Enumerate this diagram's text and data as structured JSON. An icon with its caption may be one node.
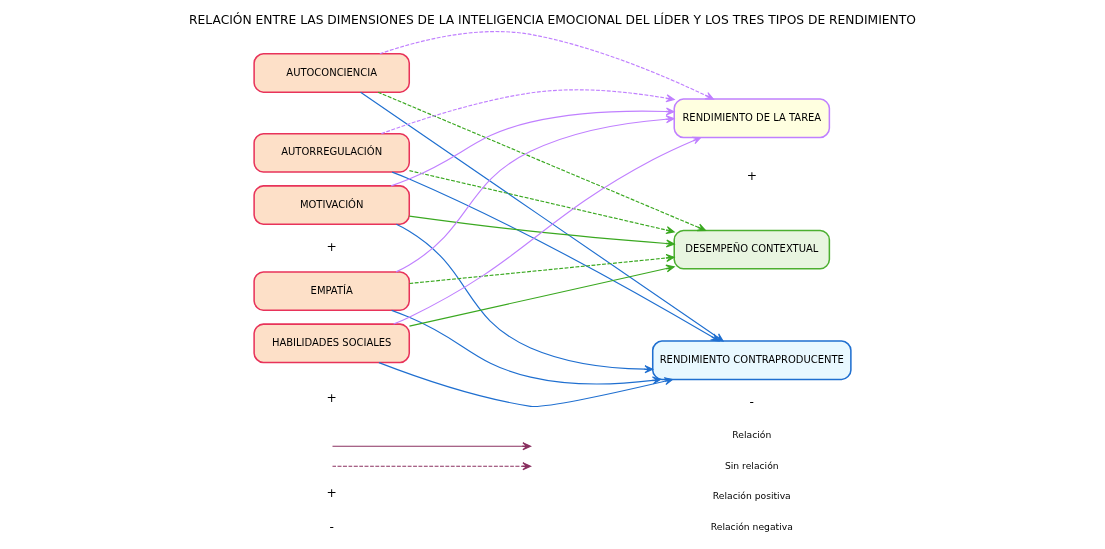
{
  "diagram": {
    "title": "RELACIÓN ENTRE LAS DIMENSIONES DE LA INTELIGENCIA EMOCIONAL DEL LÍDER Y LOS TRES TIPOS DE RENDIMIENTO",
    "nodes": [
      {
        "text": [
          "AUTOCONCIENCIA"
        ]
      },
      {
        "text": [
          "AUTORREGULACIÓN"
        ]
      },
      {
        "text": [
          "MOTIVACIÓN"
        ]
      },
      {
        "text": [
          "EMPATÍA"
        ]
      },
      {
        "text": [
          "HABILIDADES SOCIALES"
        ]
      },
      {
        "text": [
          "RENDIMIENTO DE LA TAREA"
        ]
      },
      {
        "text": [
          "DESEMPEÑO CONTEXTUAL"
        ]
      },
      {
        "text": [
          "RENDIMIENTO CONTRAPRODUCENTE"
        ]
      }
    ],
    "edges": [
      {
        "from": 0,
        "to": 7,
        "arrow": "to",
        "color": "#1f6fd0"
      },
      {
        "from": 0,
        "to": 5,
        "arrow": "to",
        "style": "dashed",
        "color": "#c080ff"
      },
      {
        "from": 0,
        "to": 6,
        "arrow": "to",
        "style": "dashed",
        "color": "#3aa820"
      },
      {
        "from": 1,
        "to": 7,
        "arrow": "to",
        "color": "#1f6fd0"
      },
      {
        "from": 1,
        "to": 5,
        "arrow": "to",
        "style": "dashed",
        "color": "#c080ff"
      },
      {
        "from": 1,
        "to": 6,
        "arrow": "to",
        "style": "dashed",
        "color": "#3aa820"
      },
      {
        "from": 2,
        "to": 7,
        "arrow": "to",
        "color": "#1f6fd0"
      },
      {
        "from": 2,
        "to": 5,
        "arrow": "to",
        "color": "#c080ff"
      },
      {
        "from": 2,
        "to": 6,
        "arrow": "to",
        "color": "#3aa820"
      },
      {
        "from": 3,
        "to": 7,
        "arrow": "to",
        "color": "#1f6fd0"
      },
      {
        "from": 3,
        "to": 5,
        "arrow": "to",
        "color": "#c080ff"
      },
      {
        "from": 3,
        "to": 6,
        "arrow": "to",
        "style": "dashed",
        "color": "#3aa820"
      },
      {
        "from": 4,
        "to": 7,
        "arrow": "to",
        "color": "#1f6fd0"
      },
      {
        "from": 4,
        "to": 5,
        "arrow": "to",
        "color": "#c080ff"
      },
      {
        "from": 4,
        "to": 6,
        "arrow": "to",
        "color": "#3aa820"
      }
    ],
    "labels": [
      "+",
      "+",
      "-",
      "+",
      "+",
      "-"
    ],
    "legend": [
      {
        "text": "Relación"
      },
      {
        "text": "Sin relación"
      },
      {
        "text": "Relación positiva"
      },
      {
        "text": "Relación negativa"
      }
    ]
  }
}
